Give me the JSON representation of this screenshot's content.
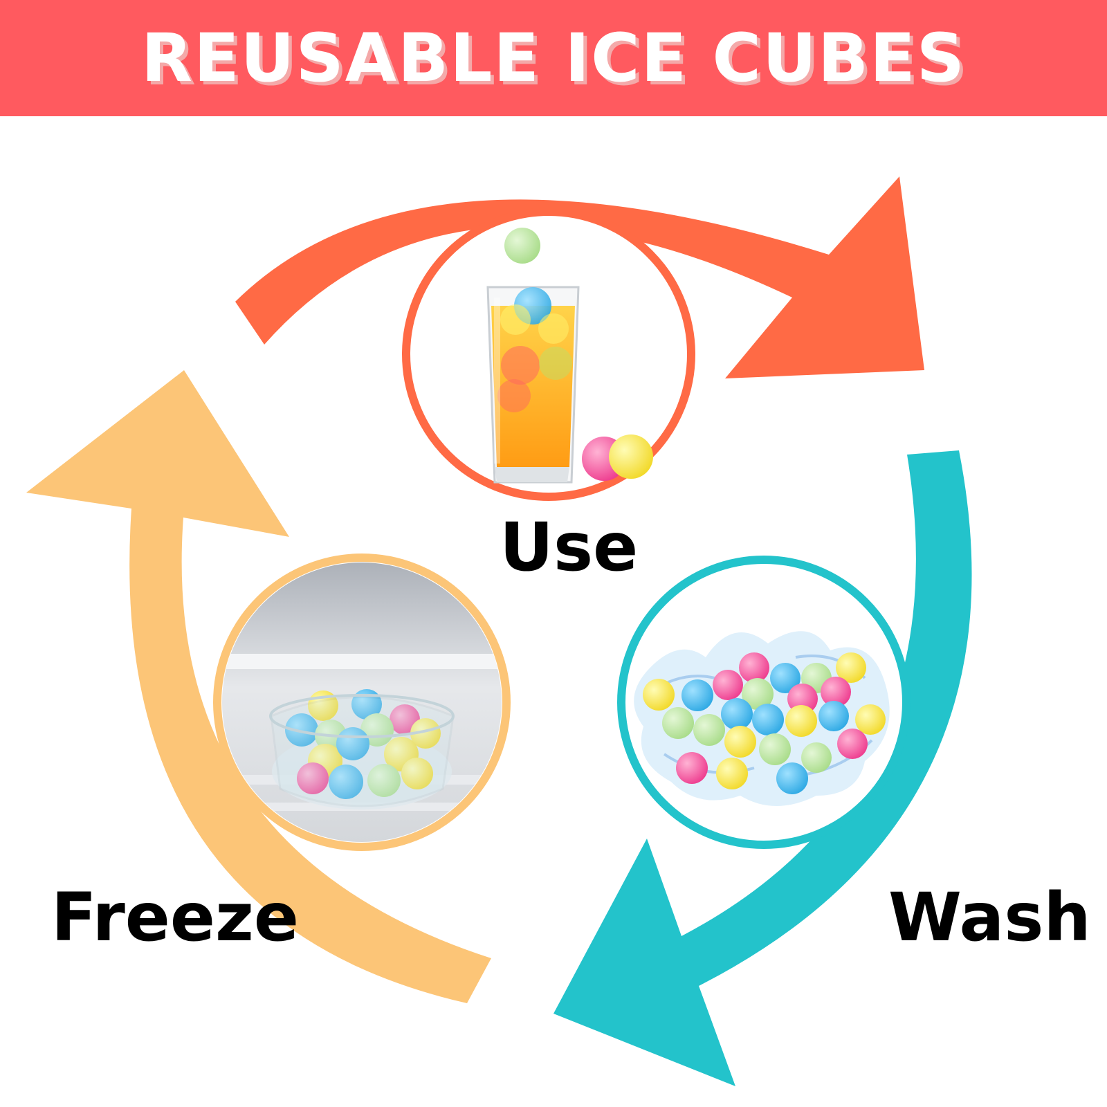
{
  "title": "REUSABLE ICE CUBES",
  "steps": [
    {
      "label": "Use",
      "color": "#ff6a45"
    },
    {
      "label": "Wash",
      "color": "#23c3cb"
    },
    {
      "label": "Freeze",
      "color": "#fcc577"
    }
  ],
  "colors": {
    "banner": "#ff5a5f",
    "title_text": "#ffffff",
    "title_shadow": "#f4a9a9",
    "ball_pink": "#ee3d8f",
    "ball_blue": "#2fa9e4",
    "ball_yellow": "#f2e63a",
    "ball_green": "#a9dc8a",
    "juice": "#ffab1f"
  }
}
